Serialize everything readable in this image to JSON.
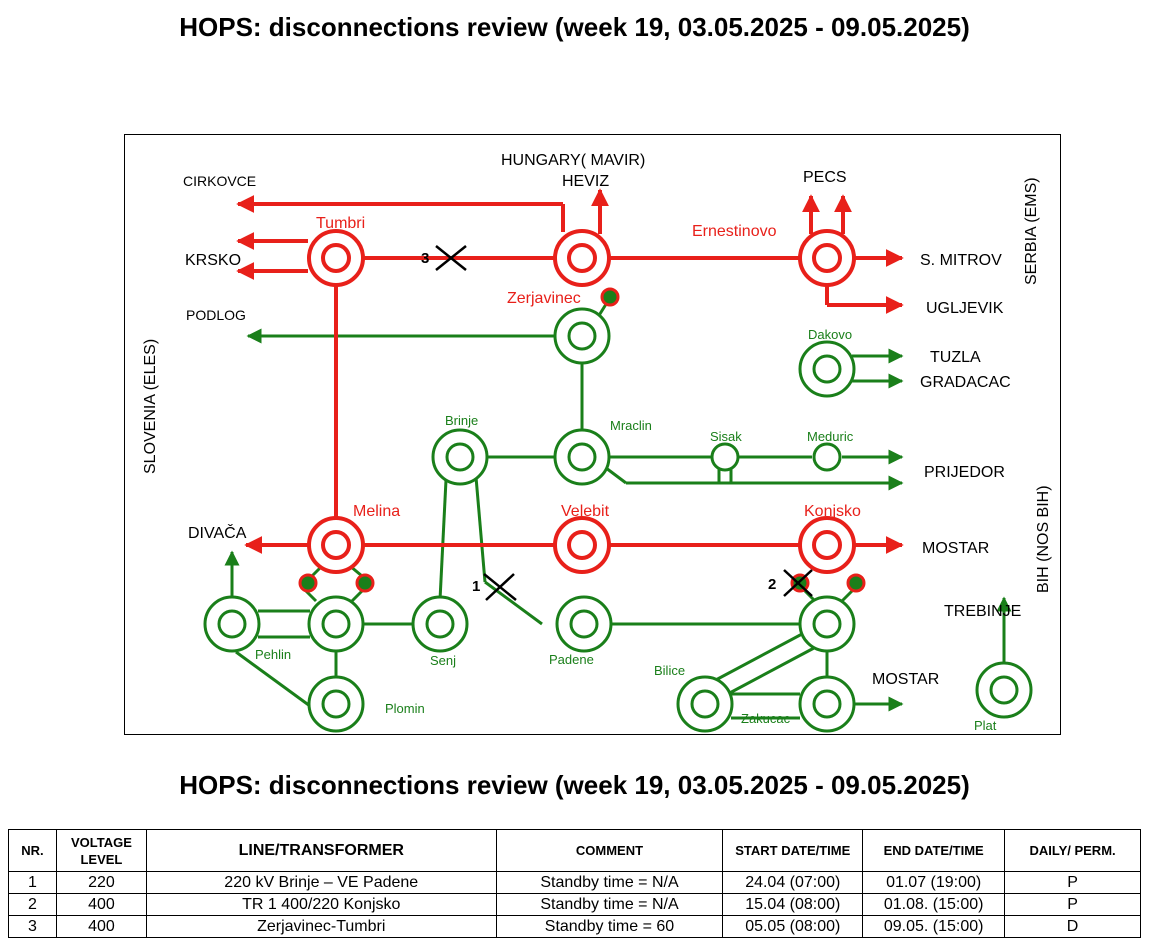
{
  "title": "HOPS: disconnections review (week 19, 03.05.2025 - 09.05.2025)",
  "colors": {
    "red_line": "#e8201a",
    "green_line": "#1a7f1a"
  },
  "diagram": {
    "countries": {
      "hungary": "HUNGARY( MAVIR)",
      "slovenia": "SLOVENIA (ELES)",
      "serbia": "SERBIA (EMS)",
      "bih": "BIH (NOS BIH)"
    },
    "external": {
      "cirkovce": "CIRKOVCE",
      "krsko": "KRSKO",
      "podlog": "PODLOG",
      "divaca": "DIVAČA",
      "heviz": "HEVIZ",
      "pecs": "PECS",
      "s_mitrov": "S. MITROV",
      "ugljevik": "UGLJEVIK",
      "tuzla": "TUZLA",
      "gradacac": "GRADACAC",
      "prijedor": "PRIJEDOR",
      "mostar_400": "MOSTAR",
      "trebinje": "TREBINJE",
      "mostar_220": "MOSTAR"
    },
    "substations_400": {
      "tumbri": "Tumbri",
      "ernestinovo": "Ernestinovo",
      "zerjavinec": "Zerjavinec",
      "melina": "Melina",
      "velebit": "Velebit",
      "konjsko": "Konjsko"
    },
    "substations_220": {
      "dakovo": "Dakovo",
      "brinje": "Brinje",
      "mraclin": "Mraclin",
      "sisak": "Sisak",
      "meduric": "Meduric",
      "pehlin": "Pehlin",
      "senj": "Senj",
      "padene": "Padene",
      "plomin": "Plomin",
      "bilice": "Bilice",
      "zakucac": "Zakucac",
      "plat": "Plat"
    },
    "disconnections": [
      {
        "nr": "1",
        "element": "220 kV Brinje – VE Padene"
      },
      {
        "nr": "2",
        "element": "TR 1 400/220 Konjsko"
      },
      {
        "nr": "3",
        "element": "Zerjavinec-Tumbri"
      }
    ]
  },
  "table": {
    "headers": {
      "nr": "NR.",
      "voltage": "VOLTAGE LEVEL",
      "element": "LINE/TRANSFORMER",
      "comment": "COMMENT",
      "start": "START DATE/TIME",
      "end": "END DATE/TIME",
      "type": "DAILY/ PERM."
    },
    "rows": [
      {
        "nr": "1",
        "voltage": "220",
        "element": "220 kV Brinje – VE Padene",
        "comment": "Standby time = N/A",
        "start": "24.04 (07:00)",
        "end": "01.07 (19:00)",
        "type": "P"
      },
      {
        "nr": "2",
        "voltage": "400",
        "element": "TR 1 400/220 Konjsko",
        "comment": "Standby time = N/A",
        "start": "15.04 (08:00)",
        "end": "01.08. (15:00)",
        "type": "P"
      },
      {
        "nr": "3",
        "voltage": "400",
        "element": "Zerjavinec-Tumbri",
        "comment": "Standby time = 60",
        "start": "05.05 (08:00)",
        "end": "09.05. (15:00)",
        "type": "D"
      }
    ]
  }
}
